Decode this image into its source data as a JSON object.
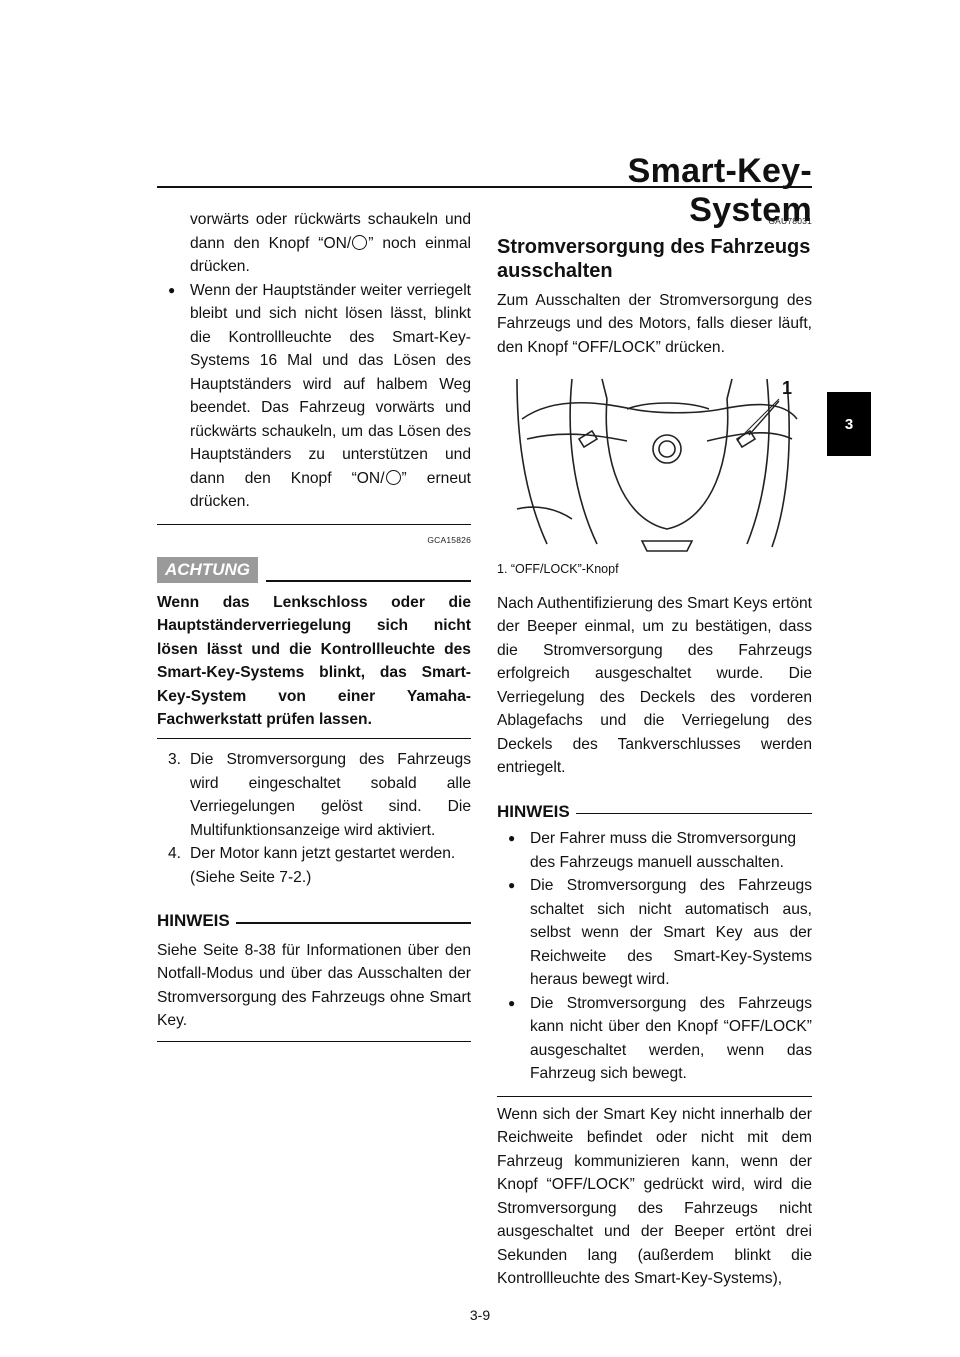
{
  "header": {
    "title": "Smart-Key-System",
    "tab_number": "3"
  },
  "left_col": {
    "cont_text": "vorwärts oder rückwärts schaukeln und dann den Knopf “ON/",
    "cont_text_end": "” noch einmal drücken.",
    "bullet": {
      "text_a": "Wenn der Hauptständer weiter verriegelt bleibt und sich nicht lösen lässt, blinkt die Kontrollleuchte des Smart-Key-Systems 16 Mal und das Lösen des Hauptständers wird auf halbem Weg beendet. Das Fahrzeug vorwärts und rückwärts schaukeln, um das Lösen des Hauptständers zu unterstützen und dann den Knopf “ON/",
      "text_b": "” erneut drücken."
    },
    "achtung_code": "GCA15826",
    "achtung_label": "ACHTUNG",
    "achtung_text": "Wenn das Lenkschloss oder die Hauptständerverriegelung sich nicht lösen lässt und die Kontrollleuchte des Smart-Key-Systems blinkt, das Smart-Key-System von einer Yamaha-Fachwerkstatt prüfen lassen.",
    "steps": [
      {
        "num": "3.",
        "text": "Die Stromversorgung des Fahrzeugs wird eingeschaltet sobald alle Verriegelungen gelöst sind. Die Multifunktionsanzeige wird aktiviert."
      },
      {
        "num": "4.",
        "text": "Der Motor kann jetzt gestartet werden. (Siehe Seite 7-2.)"
      }
    ],
    "hinweis_label": "HINWEIS",
    "hinweis_text": "Siehe Seite 8-38 für Informationen über den Notfall-Modus und über das Ausschalten der Stromversorgung des Fahrzeugs ohne Smart Key."
  },
  "right_col": {
    "section_code": "GAU78031",
    "section_title": "Stromversorgung des Fahrzeugs ausschalten",
    "intro": "Zum Ausschalten der Stromversorgung des Fahrzeugs und des Motors, falls dieser läuft, den Knopf “OFF/LOCK” drücken.",
    "figure_callout": "1",
    "figure_caption": "1. “OFF/LOCK”-Knopf",
    "para1": "Nach Authentifizierung des Smart Keys ertönt der Beeper einmal, um zu bestätigen, dass die Stromversorgung des Fahrzeugs erfolgreich ausgeschaltet wurde. Die Verriegelung des Deckels des vorderen Ablagefachs und die Verriegelung des Deckels des Tankverschlusses werden entriegelt.",
    "hinweis_label": "HINWEIS",
    "hinweis_bullets": [
      "Der Fahrer muss die Stromversorgung des Fahrzeugs manuell ausschalten.",
      "Die Stromversorgung des Fahrzeugs schaltet sich nicht automatisch aus, selbst wenn der Smart Key aus der Reichweite des Smart-Key-Systems heraus bewegt wird.",
      "Die Stromversorgung des Fahrzeugs kann nicht über den Knopf “OFF/LOCK” ausgeschaltet werden, wenn das Fahrzeug sich bewegt."
    ],
    "para2": "Wenn sich der Smart Key nicht innerhalb der Reichweite befindet oder nicht mit dem Fahrzeug kommunizieren kann, wenn der Knopf “OFF/LOCK” gedrückt wird, wird die Stromversorgung des Fahrzeugs nicht ausgeschaltet und der Beeper ertönt drei Sekunden lang (außerdem blinkt die Kontrollleuchte des Smart-Key-Systems),"
  },
  "footer": {
    "page_number": "3-9"
  }
}
